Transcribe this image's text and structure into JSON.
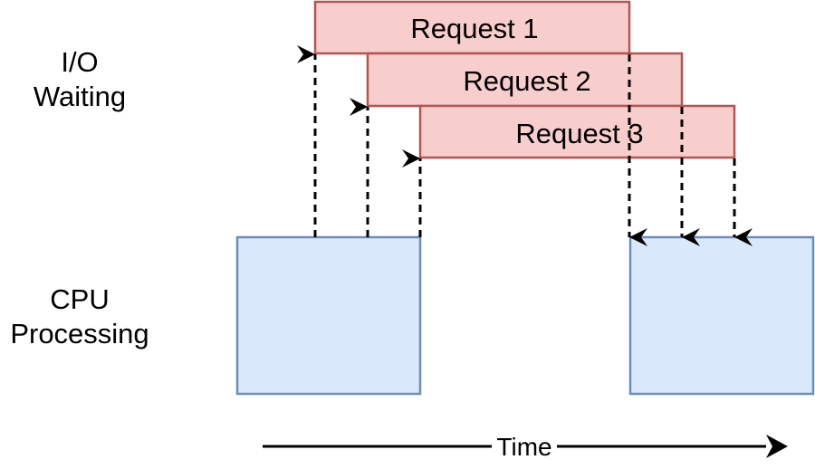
{
  "row_labels": {
    "io": {
      "line1": "I/O",
      "line2": "Waiting"
    },
    "cpu": {
      "line1": "CPU",
      "line2": "Processing"
    }
  },
  "requests": [
    {
      "label": "Request 1"
    },
    {
      "label": "Request 2"
    },
    {
      "label": "Request 3"
    }
  ],
  "axis": {
    "label": "Time"
  },
  "colors": {
    "request_fill": "#f8cecc",
    "request_stroke": "#b85450",
    "cpu_fill": "#dae8fc",
    "cpu_stroke": "#6c8ebf",
    "arrow": "#000000"
  }
}
